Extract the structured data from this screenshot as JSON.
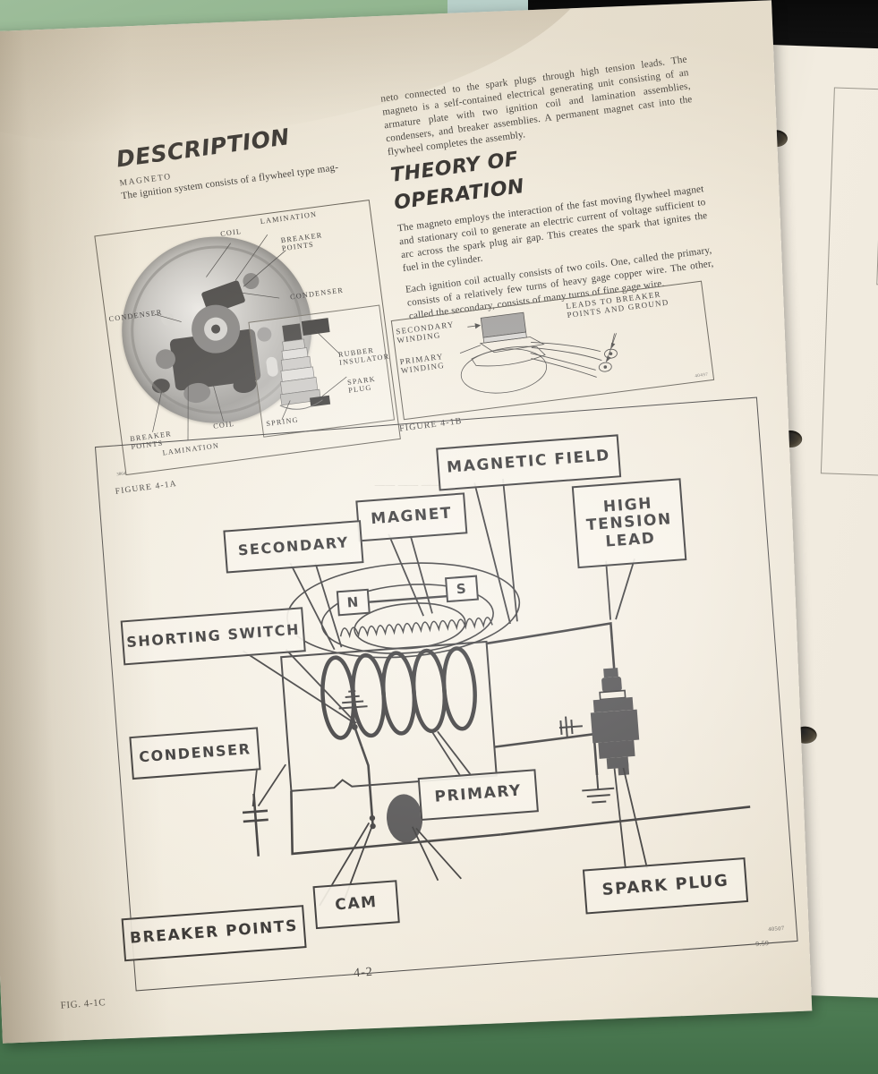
{
  "document": {
    "page_number": "4-2",
    "revision_code": "9.59",
    "figure_c_caption": "FIG. 4-1C",
    "figure_c_art_number": "40507",
    "figure_a_caption": "FIGURE 4-1A",
    "figure_a_art_number": "3864",
    "figure_b_caption": "FIGURE 4-1B",
    "figure_b_art_number": "40497"
  },
  "left_column": {
    "heading": "DESCRIPTION",
    "subheading": "MAGNETO",
    "intro": "The ignition system consists of a flywheel type mag-"
  },
  "right_column": {
    "continued_paragraph": "neto connected to the spark plugs through high tension leads.  The magneto is a self-contained electrical generating unit consisting of an armature plate with two ignition coil and lamination assemblies, condensers, and breaker assemblies.  A permanent magnet cast into the flywheel completes the assembly.",
    "heading_line1": "THEORY OF",
    "heading_line2": "OPERATION",
    "paragraph_1": "The magneto employs the interaction of the fast moving flywheel magnet and stationary coil to generate an electric current of voltage sufficient to arc across the spark plug air gap.  This creates the spark that ignites the fuel in the cylinder.",
    "paragraph_2": "Each ignition coil actually consists of two coils.  One, called the primary, consists of a relatively few turns of heavy gage copper wire.  The other, called the secondary, consists of many turns of fine gage wire."
  },
  "figure_a_labels": {
    "coil": "COIL",
    "lamination_top": "LAMINATION",
    "breaker_points_top": "BREAKER\nPOINTS",
    "condenser_left": "CONDENSER",
    "condenser_right": "CONDENSER",
    "breaker_points_bottom": "BREAKER\nPOINTS",
    "lamination_bottom": "LAMINATION",
    "coil_bottom": "COIL",
    "spring": "SPRING",
    "rubber_insulator": "RUBBER\nINSULATOR",
    "spark_plug": "SPARK\nPLUG"
  },
  "figure_b_labels": {
    "secondary_winding": "SECONDARY\nWINDING",
    "primary_winding": "PRIMARY\nWINDING",
    "leads": "LEADS TO BREAKER\nPOINTS AND GROUND"
  },
  "figure_c_labels": {
    "magnetic_field": "MAGNETIC FIELD",
    "magnet": "MAGNET",
    "secondary": "SECONDARY",
    "high_tension_lead": "HIGH\nTENSION\nLEAD",
    "shorting_switch": "SHORTING SWITCH",
    "condenser": "CONDENSER",
    "primary": "PRIMARY",
    "breaker_points": "BREAKER POINTS",
    "cam": "CAM",
    "spark_plug": "SPARK PLUG",
    "pole_north": "N",
    "pole_south": "S"
  },
  "colors": {
    "paper": "#f6f1e5",
    "ink": "#1b1b1e",
    "backdrop_green": "#6f9a72",
    "backdrop_teal": "#b8cfc9"
  }
}
